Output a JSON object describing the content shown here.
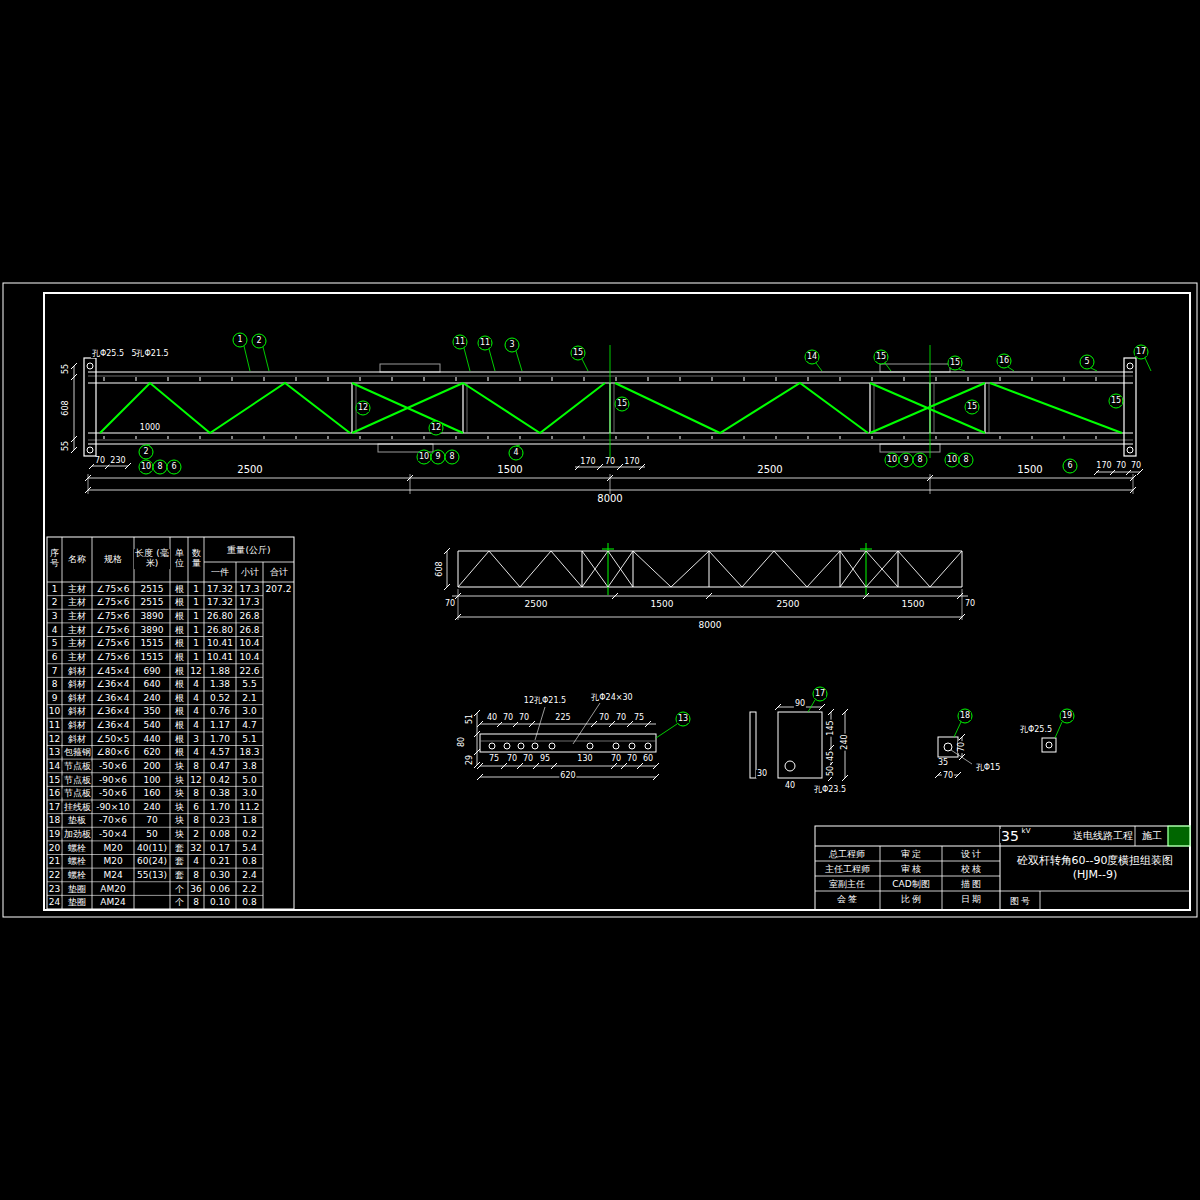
{
  "diagram": {
    "title": "砼双杆转角60--90度横担组装图 (HJM--9)",
    "labels": [
      "序号",
      "名称",
      "规格",
      "长度 (毫米)",
      "单位",
      "数量",
      "重量(公斤)",
      "一件",
      "小计",
      "合计",
      "1",
      "主材",
      "∠75×6",
      "2515",
      "根",
      "1",
      "17.32",
      "17.3",
      "2",
      "主材",
      "∠75×6",
      "2515",
      "根",
      "1",
      "17.32",
      "17.3",
      "3",
      "主材",
      "∠75×6",
      "3890",
      "根",
      "1",
      "26.80",
      "26.8",
      "4",
      "主材",
      "∠75×6",
      "3890",
      "根",
      "1",
      "26.80",
      "26.8",
      "5",
      "主材",
      "∠75×6",
      "1515",
      "根",
      "1",
      "10.41",
      "10.4",
      "6",
      "主材",
      "∠75×6",
      "1515",
      "根",
      "1",
      "10.41",
      "10.4",
      "7",
      "斜材",
      "∠45×4",
      "690",
      "根",
      "12",
      "1.88",
      "22.6",
      "8",
      "斜材",
      "∠36×4",
      "640",
      "根",
      "4",
      "1.38",
      "5.5",
      "9",
      "斜材",
      "∠36×4",
      "240",
      "根",
      "4",
      "0.52",
      "2.1",
      "10",
      "斜材",
      "∠36×4",
      "350",
      "根",
      "4",
      "0.76",
      "3.0",
      "11",
      "斜材",
      "∠36×4",
      "540",
      "根",
      "4",
      "1.17",
      "4.7",
      "12",
      "斜材",
      "∠50×5",
      "440",
      "根",
      "3",
      "1.70",
      "5.1",
      "13",
      "包箍钢",
      "∠80×6",
      "620",
      "根",
      "4",
      "4.57",
      "18.3",
      "14",
      "节点板",
      "-50×6",
      "200",
      "块",
      "8",
      "0.47",
      "3.8",
      "15",
      "节点板",
      "-90×6",
      "100",
      "块",
      "12",
      "0.42",
      "5.0",
      "16",
      "节点板",
      "-50×6",
      "160",
      "块",
      "8",
      "0.38",
      "3.0",
      "17",
      "挂线板",
      "-90×10",
      "240",
      "块",
      "6",
      "1.70",
      "11.2",
      "18",
      "垫板",
      "-70×6",
      "70",
      "块",
      "8",
      "0.23",
      "1.8",
      "19",
      "加劲板",
      "-50×4",
      "50",
      "块",
      "2",
      "0.08",
      "0.2",
      "20",
      "螺栓",
      "M20",
      "40(11)",
      "套",
      "32",
      "0.17",
      "5.4",
      "21",
      "螺栓",
      "M20",
      "60(24)",
      "套",
      "4",
      "0.21",
      "0.8",
      "22",
      "螺栓",
      "M24",
      "55(13)",
      "套",
      "8",
      "0.30",
      "2.4",
      "23",
      "垫圈",
      "AM20",
      "个",
      "36",
      "0.06",
      "2.2",
      "24",
      "垫圈",
      "AM24",
      "个",
      "8",
      "0.10",
      "0.8",
      "207.2",
      "孔Φ25.5",
      "5孔Φ21.5",
      "55",
      "608",
      "55",
      "1000",
      "70",
      "230",
      "170",
      "70",
      "170",
      "170",
      "70",
      "70",
      "2500",
      "1500",
      "2500",
      "1500",
      "8000",
      "1",
      "2",
      "11",
      "11",
      "3",
      "15",
      "14",
      "15",
      "15",
      "16",
      "5",
      "17",
      "15",
      "15",
      "15",
      "12",
      "12",
      "2",
      "10",
      "8",
      "6",
      "10",
      "9",
      "8",
      "4",
      "10",
      "9",
      "8",
      "10",
      "8",
      "6",
      "608",
      "70",
      "2500",
      "1500",
      "2500",
      "1500",
      "70",
      "8000",
      "12孔Φ21.5",
      "孔Φ24×30",
      "40",
      "70",
      "70",
      "225",
      "70",
      "70",
      "75",
      "51",
      "80",
      "29",
      "75",
      "70",
      "70",
      "95",
      "130",
      "70",
      "70",
      "60",
      "620",
      "13",
      "17",
      "90",
      "145",
      "240",
      "45",
      "50",
      "30",
      "40",
      "孔Φ23.5",
      "18",
      "70",
      "35",
      "70",
      "孔Φ15",
      "19",
      "孔Φ25.5",
      "35",
      "kV",
      "送电线路工程",
      "施工",
      "总工程师",
      "主任工程师",
      "室副主任",
      "会 签",
      "审 定",
      "审 核",
      "CAD制图",
      "比 例",
      "设 计",
      "校 核",
      "描 图",
      "日 期",
      "图 号"
    ]
  }
}
